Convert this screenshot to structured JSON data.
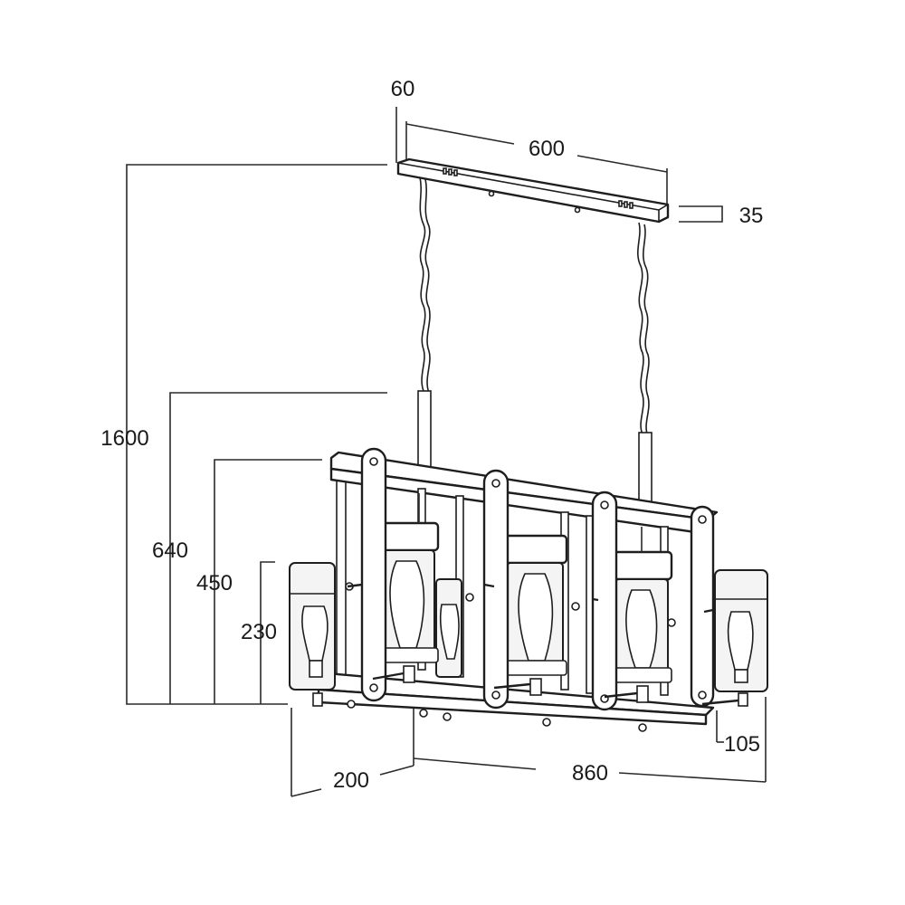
{
  "dimensions": {
    "canopy_depth": "60",
    "canopy_length": "600",
    "canopy_height": "35",
    "overall_drop": "1600",
    "min_drop": "640",
    "frame_height": "450",
    "shade_height": "230",
    "frame_depth": "200",
    "frame_length": "860",
    "shade_diameter": "105"
  }
}
